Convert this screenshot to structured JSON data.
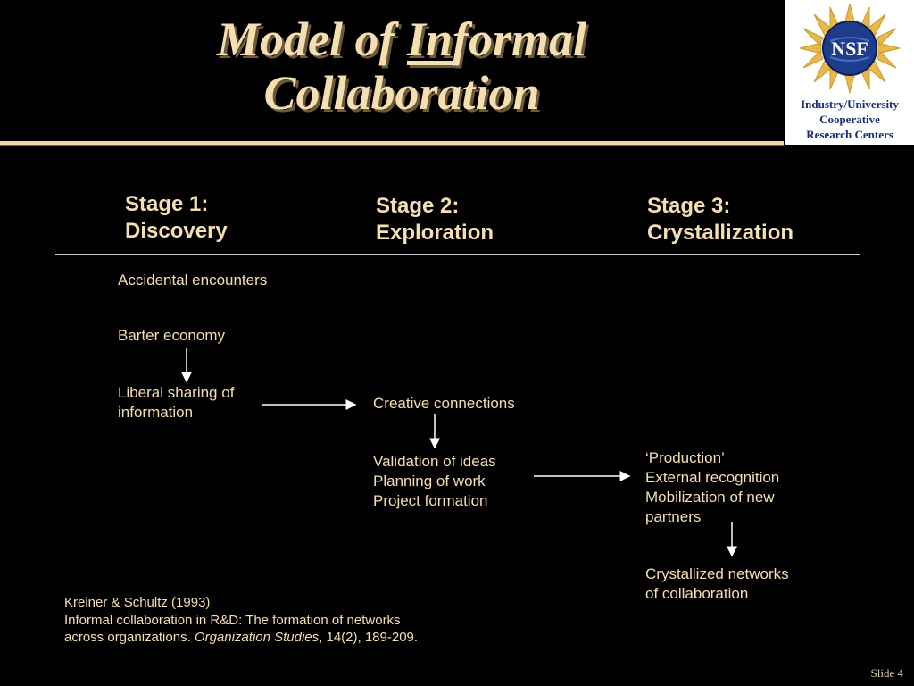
{
  "title": {
    "part1": "Model of ",
    "underlined": "In",
    "part2": "formal",
    "line2": "Collaboration"
  },
  "logo": {
    "badge": "NSF",
    "caption": [
      "Industry/University",
      "Cooperative",
      "Research Centers"
    ]
  },
  "stages": [
    {
      "line1": "Stage 1:",
      "line2": "Discovery"
    },
    {
      "line1": "Stage 2:",
      "line2": "Exploration"
    },
    {
      "line1": "Stage 3:",
      "line2": "Crystallization"
    }
  ],
  "stage1_items": {
    "accidental": "Accidental encounters",
    "barter": "Barter economy",
    "liberal": [
      "Liberal sharing of",
      "information"
    ]
  },
  "stage2_items": {
    "creative": "Creative connections",
    "validation": [
      "Validation of ideas",
      "Planning of work",
      "Project formation"
    ]
  },
  "stage3_items": {
    "production": [
      "‘Production’",
      "External recognition",
      "Mobilization of new",
      "partners"
    ],
    "crystallized": [
      "Crystallized networks",
      "of collaboration"
    ]
  },
  "citation": {
    "line1": "Kreiner & Schultz (1993)",
    "line2": "Informal collaboration in R&D: The formation of networks",
    "line3_pre": "across organizations. ",
    "journal": "Organization Studies",
    "line3_post": ", 14(2), 189-209."
  },
  "slide_number": "Slide 4",
  "colors": {
    "background": "#000000",
    "title": "#f5deb0",
    "text": "#f5deb0",
    "logo_caption": "#1a2a7a"
  }
}
